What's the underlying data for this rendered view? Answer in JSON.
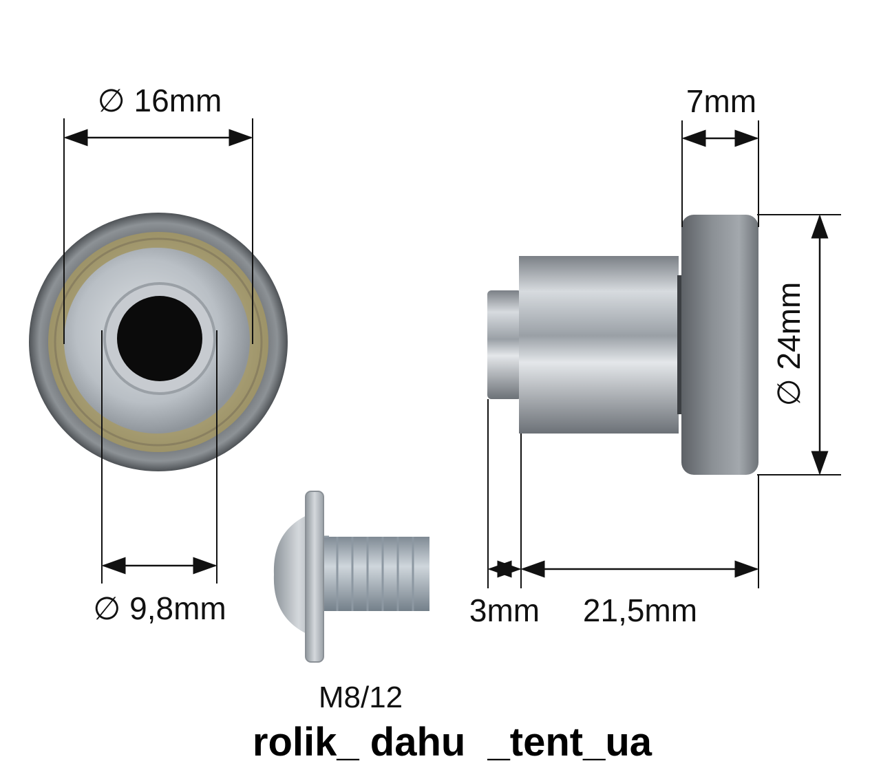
{
  "dimensions": {
    "outer_bore_diameter": "∅ 16mm",
    "inner_bore_diameter": "∅ 9,8mm",
    "wheel_width": "7mm",
    "wheel_diameter": "∅ 24mm",
    "step_length": "3mm",
    "total_length": "21,5mm"
  },
  "bolt": {
    "label": "M8/12"
  },
  "watermark": {
    "text": "rolik_ dahu  _tent_ua"
  },
  "colors": {
    "line": "#111111",
    "metal_light": "#c9cdd2",
    "metal_dark": "#5f6368",
    "brass": "#b8ad7e"
  }
}
